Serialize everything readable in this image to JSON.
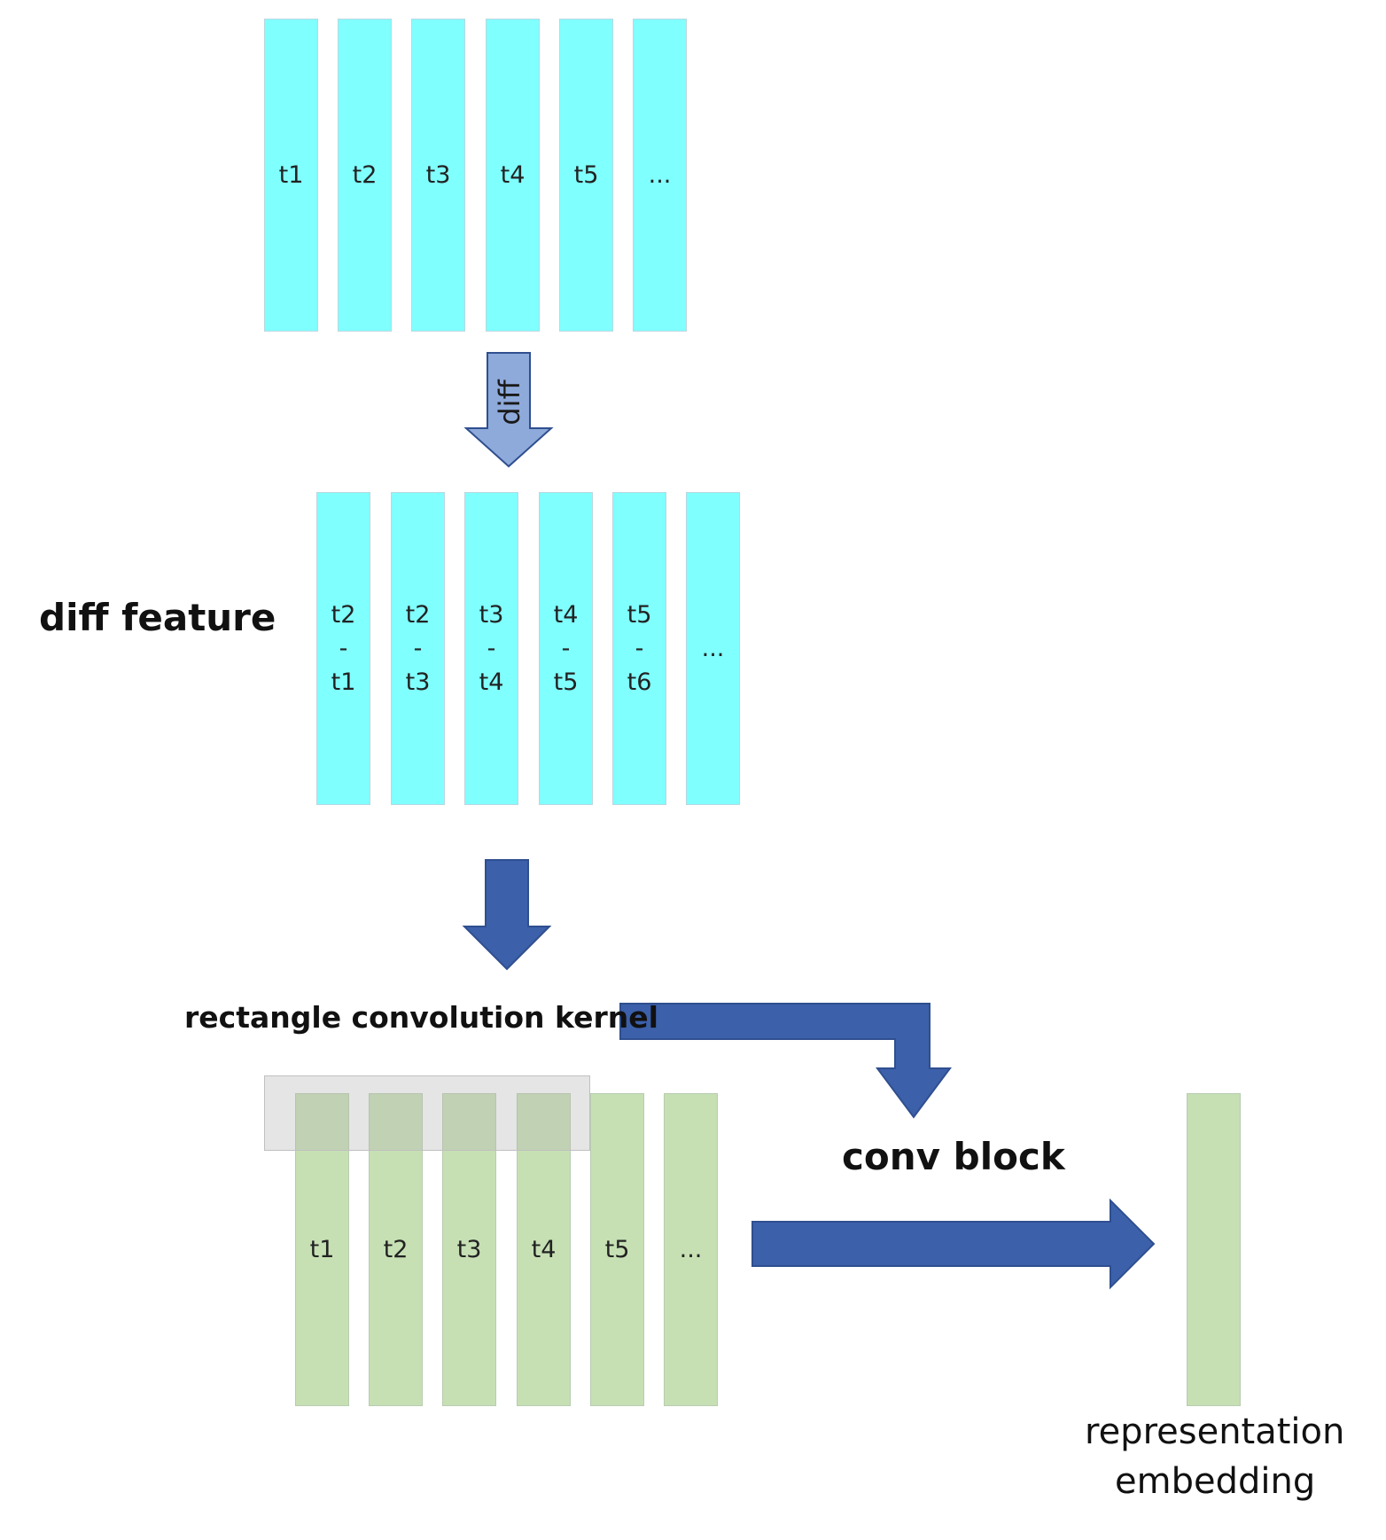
{
  "input_frames": {
    "labels": [
      "t1",
      "t2",
      "t3",
      "t4",
      "t5",
      "..."
    ]
  },
  "diff_arrow": {
    "label": "diff"
  },
  "diff_feature": {
    "title": "diff feature",
    "columns": [
      {
        "top": "t2",
        "sep": "-",
        "bottom": "t1"
      },
      {
        "top": "t2",
        "sep": "-",
        "bottom": "t3"
      },
      {
        "top": "t3",
        "sep": "-",
        "bottom": "t4"
      },
      {
        "top": "t4",
        "sep": "-",
        "bottom": "t5"
      },
      {
        "top": "t5",
        "sep": "-",
        "bottom": "t6"
      },
      {
        "top": "",
        "sep": "...",
        "bottom": ""
      }
    ]
  },
  "kernel": {
    "label": "rectangle convolution kernel"
  },
  "conv_block": {
    "label": "conv block"
  },
  "conv_frames": {
    "labels": [
      "t1",
      "t2",
      "t3",
      "t4",
      "t5",
      "..."
    ]
  },
  "output": {
    "line1": "representation",
    "line2": "embedding"
  },
  "colors": {
    "cyan_bar": "#80ffff",
    "green_bar": "#c6e0b4",
    "arrow_dark": "#3c60aa",
    "arrow_light": "#8eaadb",
    "arrow_stroke": "#2f4f8f"
  }
}
